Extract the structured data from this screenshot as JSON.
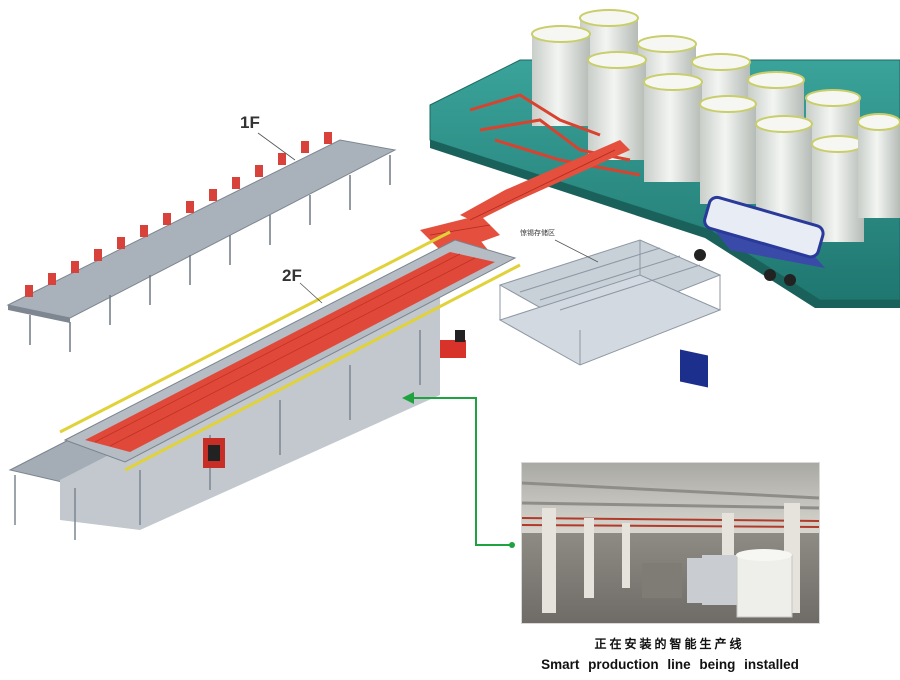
{
  "labels": {
    "floor_1": "1F",
    "floor_2": "2F",
    "storage_area": "惊锡存储区"
  },
  "caption": {
    "chinese": "正在安装的智能生产线",
    "english": "Smart production line being installed"
  },
  "colors": {
    "connector_arrow": "#1fa340",
    "platform_gray": "#9aa3ad",
    "conveyor_red": "#e23a2a",
    "rail_yellow": "#e3d23a",
    "tank_yard_teal": "#2e8e86",
    "tank_white": "#e9ece8"
  },
  "icons": {
    "arrow": "arrow-left-icon",
    "truck": "tanker-truck-icon",
    "forklift": "forklift-icon"
  }
}
